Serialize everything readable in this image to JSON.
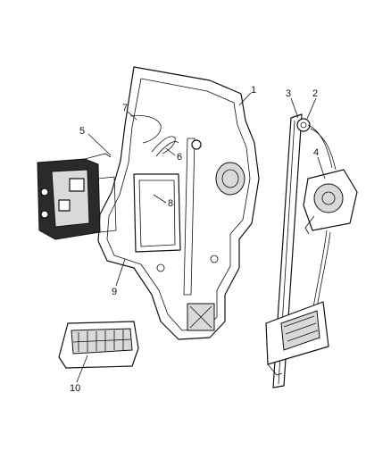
{
  "callouts": {
    "c1": "1",
    "c2": "2",
    "c3": "3",
    "c4": "4",
    "c5": "5",
    "c6": "6",
    "c7": "7",
    "c8": "8",
    "c9": "9",
    "c10": "10"
  },
  "colors": {
    "line": "#111111",
    "background": "#ffffff",
    "shade": "#d9d9d9",
    "dark": "#2a2a2a"
  }
}
